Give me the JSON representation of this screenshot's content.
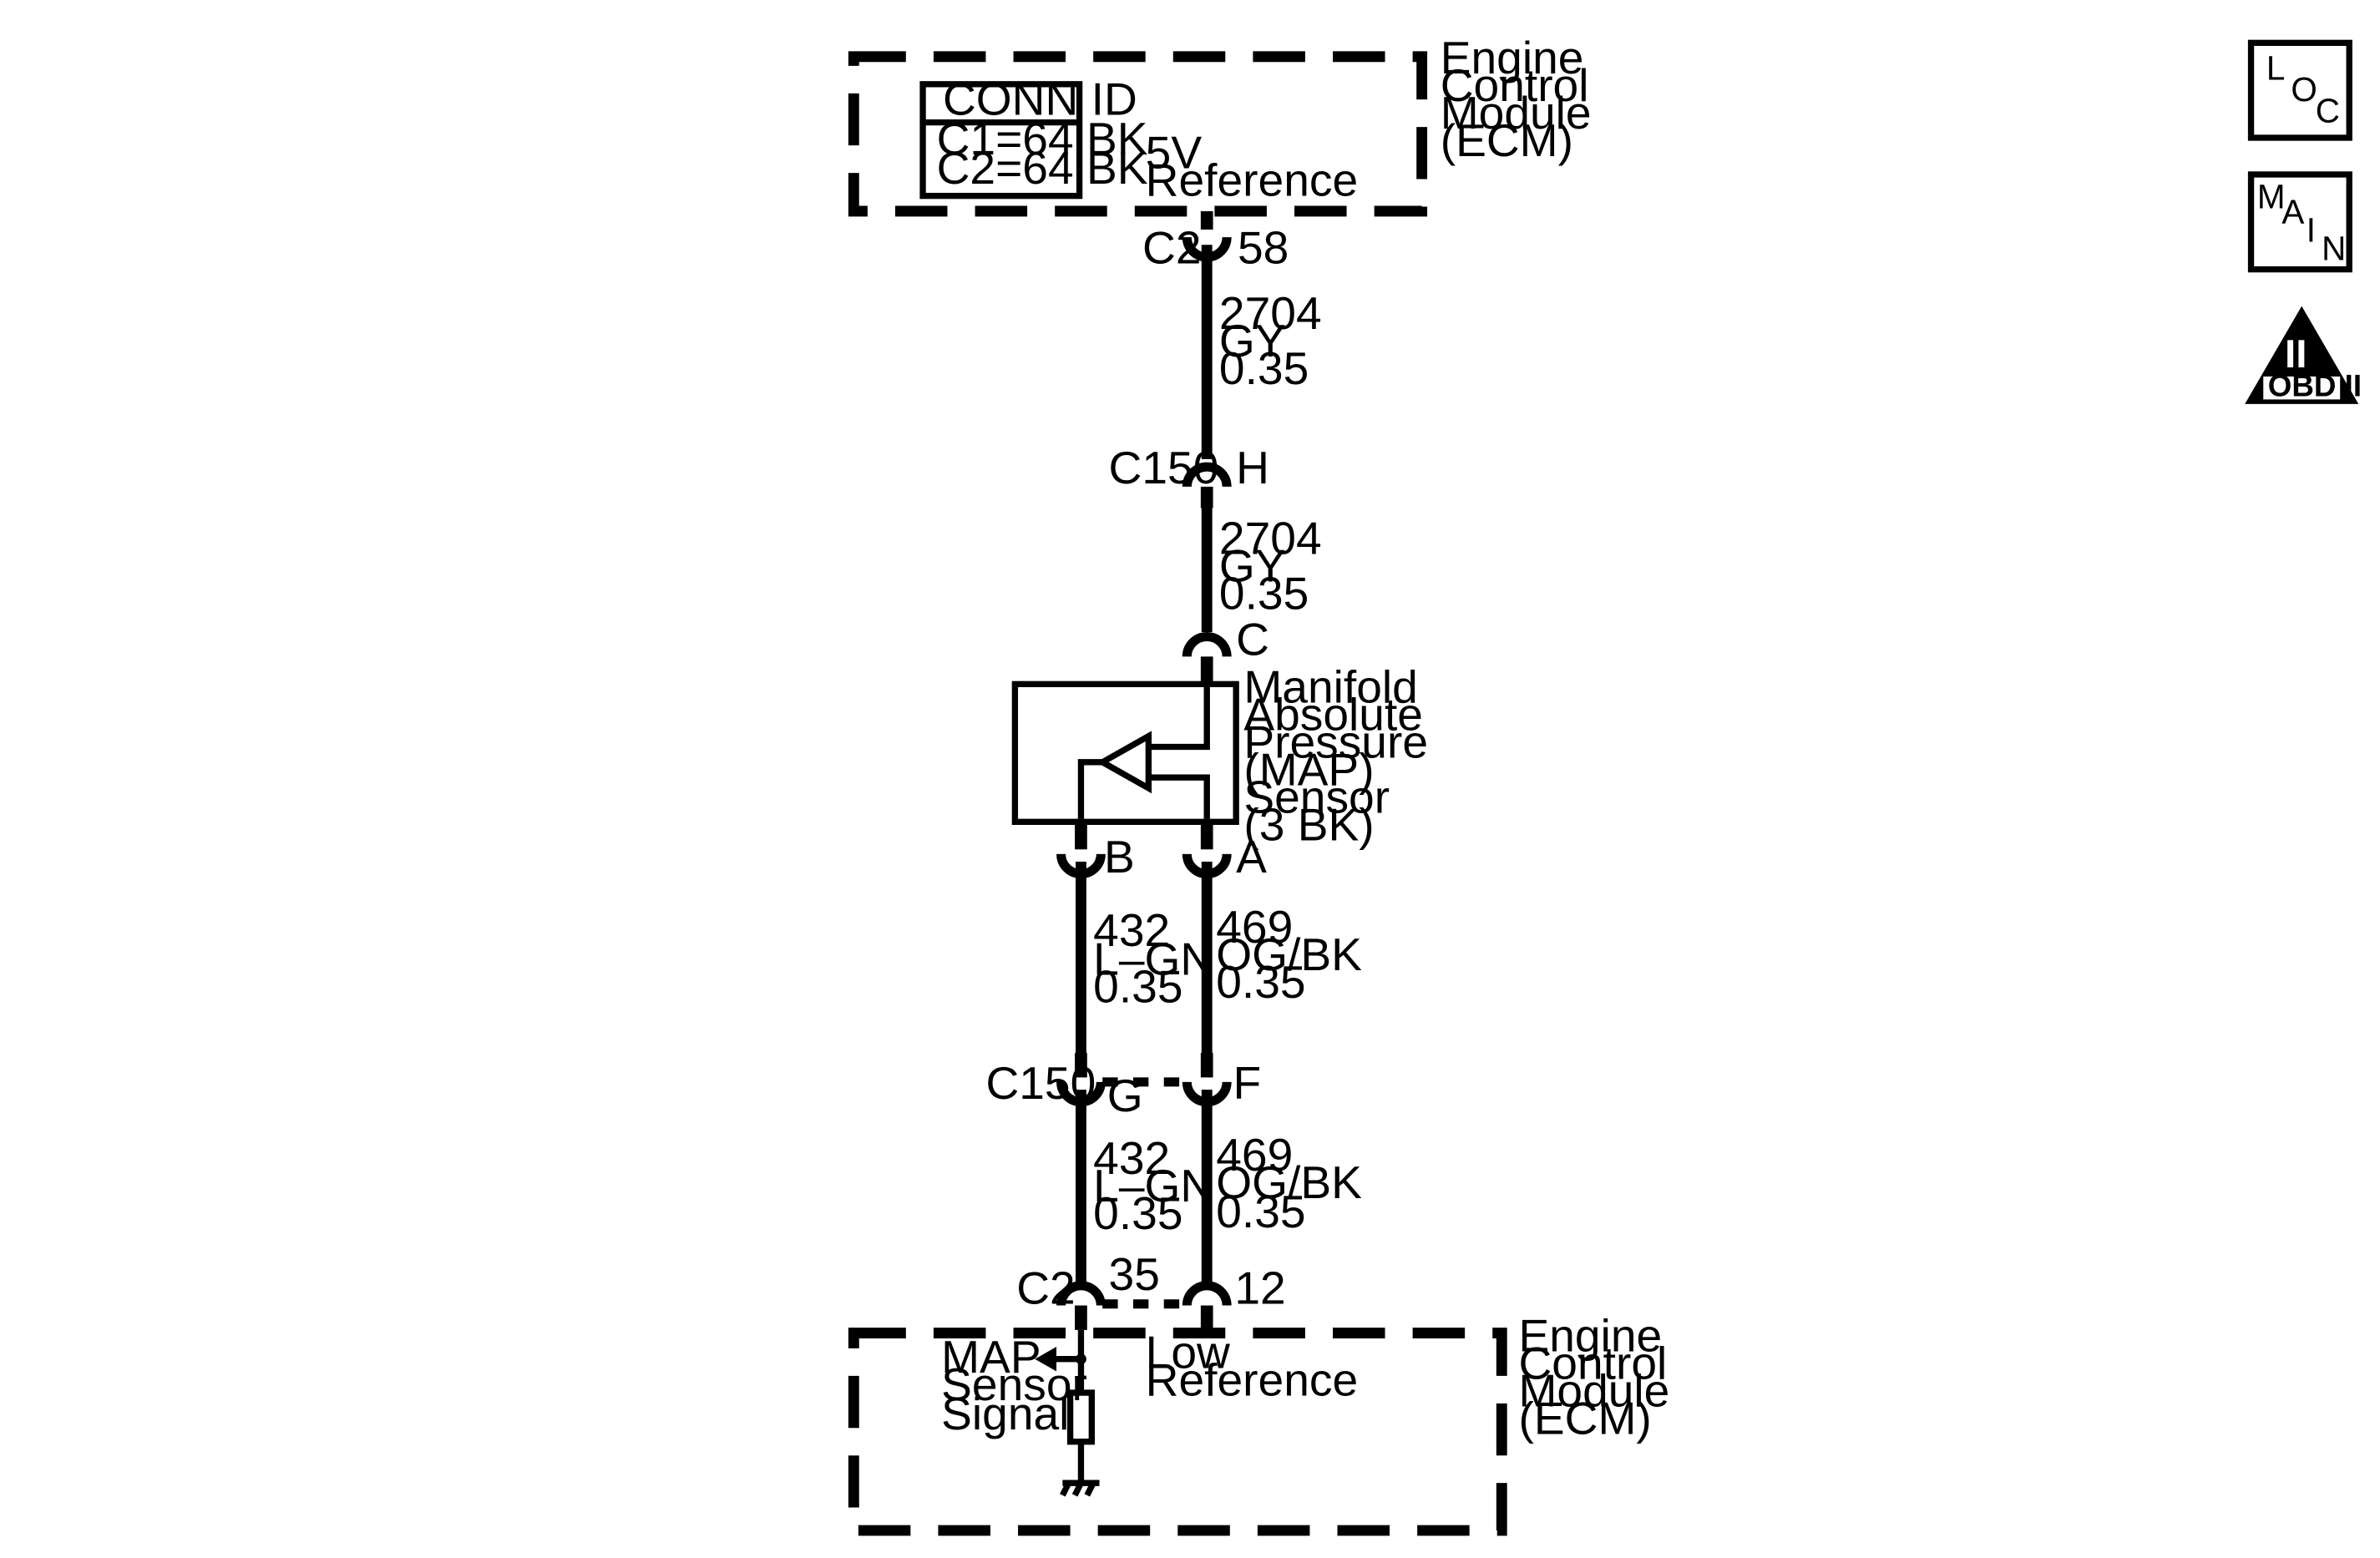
{
  "ecm_top": {
    "title": [
      "Engine",
      "Control",
      "Module",
      "(ECM)"
    ],
    "conn_id": {
      "header": "CONN ID",
      "rows": [
        "C1=64 BK",
        "C2=64 BK"
      ]
    },
    "pin_label": [
      "5V",
      "Reference"
    ]
  },
  "connectors": {
    "c2_58": {
      "name": "C2",
      "pin": "58"
    },
    "c150_h": {
      "name": "C150",
      "pin": "H"
    },
    "map_c": {
      "pin": "C"
    },
    "map_b": {
      "pin": "B"
    },
    "map_a": {
      "pin": "A"
    },
    "c150_g": {
      "name": "C150",
      "pin": "G"
    },
    "c150_f": {
      "pin": "F"
    },
    "c2_35": {
      "name": "C2",
      "pin": "35"
    },
    "c2_12": {
      "pin": "12"
    }
  },
  "wires": {
    "w1": [
      "2704",
      "GY",
      "0.35"
    ],
    "w2": [
      "2704",
      "GY",
      "0.35"
    ],
    "w3": [
      "432",
      "L–GN",
      "0.35"
    ],
    "w4": [
      "469",
      "OG/BK",
      "0.35"
    ],
    "w5": [
      "432",
      "L–GN",
      "0.35"
    ],
    "w6": [
      "469",
      "OG/BK",
      "0.35"
    ]
  },
  "sensor": {
    "title": [
      "Manifold",
      "Absolute",
      "Pressure",
      "(MAP)",
      "Sensor",
      "(3 BK)"
    ]
  },
  "ecm_bottom": {
    "title": [
      "Engine",
      "Control",
      "Module",
      "(ECM)"
    ],
    "signal_label": [
      "MAP",
      "Sensor",
      "Signal"
    ],
    "ref_label": [
      "Low",
      "Reference"
    ]
  },
  "nav": {
    "loc": [
      "L",
      "O",
      "C"
    ],
    "main": [
      "M",
      "A",
      "I",
      "N"
    ],
    "obd_numeral": "II",
    "obd_label": "OBD II"
  }
}
